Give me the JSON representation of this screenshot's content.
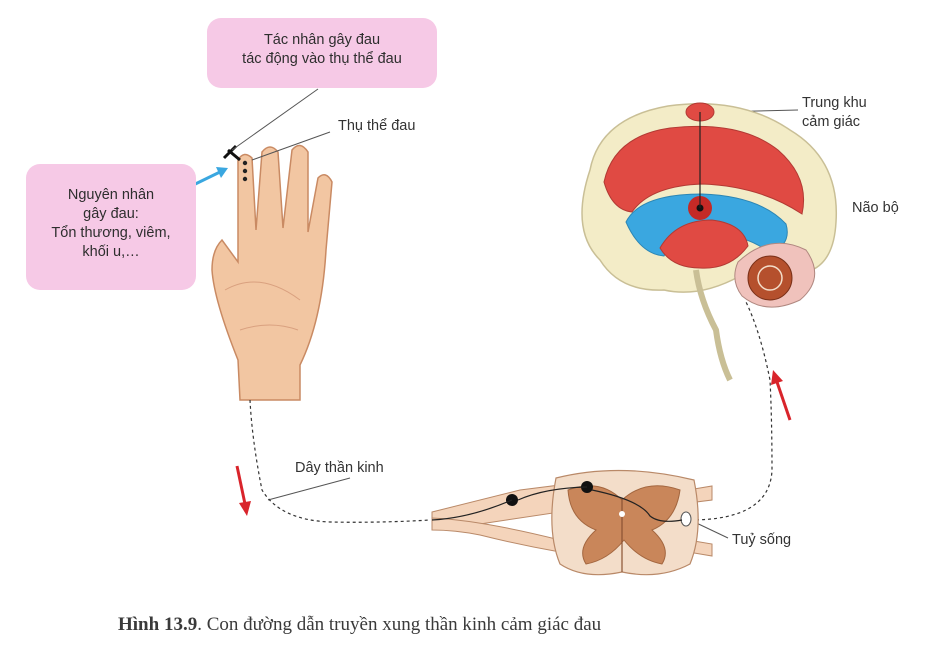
{
  "callouts": {
    "stimulus": [
      "Tác nhân gây đau",
      "tác động vào thụ thể đau"
    ],
    "cause": [
      "Nguyên nhân",
      "gây đau:",
      "Tổn thương, viêm,",
      "khối u,…"
    ]
  },
  "labels": {
    "receptor": "Thụ thể đau",
    "sensory_center": [
      "Trung khu",
      "cảm giác"
    ],
    "brain": "Não bộ",
    "nerve": "Dây thần kinh",
    "spinal_cord": "Tuỷ sống"
  },
  "caption": {
    "number": "Hình 13.9",
    "text": ". Con đường dẫn truyền xung thần kinh cảm giác đau"
  },
  "colors": {
    "callout_bg": "#f6c9e6",
    "arrow_red": "#d9242b",
    "arrow_blue": "#3aa7e0",
    "skin": "#f2c6a2",
    "brain_red": "#e04a43",
    "brain_cream": "#f3ecc7",
    "spinal_tan": "#c9865a"
  }
}
